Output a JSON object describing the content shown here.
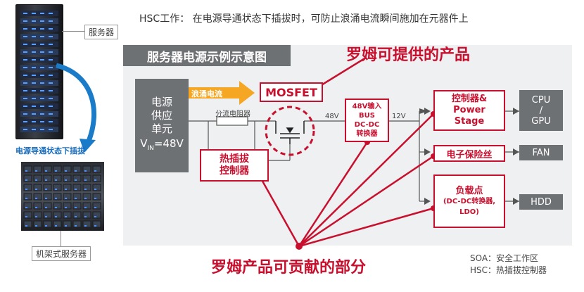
{
  "header": {
    "hsc_note": "HSC工作： 在电源导通状态下插拔时，可防止浪涌电流瞬间施加在元器件上"
  },
  "left": {
    "server_label": "服务器",
    "hotswap_caption": "电源导通状态下插拔",
    "rack_label": "机架式服务器"
  },
  "diagram": {
    "title": "服务器电源示例示意图",
    "rohm_products": "罗姆可提供的产品",
    "power_supply": [
      "电源",
      "供应",
      "单元"
    ],
    "vin_prefix": "V",
    "vin_sub": "IN",
    "vin_suffix": "=48V",
    "inrush": "浪涌电流",
    "mosfet": "MOSFET",
    "shunt": "分流电阻器",
    "hotswap_ctrl": [
      "热插拔",
      "控制器"
    ],
    "v48": "48V",
    "bus_converter": [
      "48V输入",
      "BUS",
      "DC-DC",
      "转换器"
    ],
    "v12": "12V",
    "controller_stage": [
      "控制器&",
      "Power",
      "Stage"
    ],
    "efuse": "电子保险丝",
    "pol": [
      "负载点",
      "(DC-DC转换器,",
      "LDO)"
    ],
    "cpu_gpu": [
      "CPU",
      "/",
      "GPU"
    ],
    "fan": "FAN",
    "hdd": "HDD",
    "contrib": "罗姆产品可贡献的部分"
  },
  "legend": {
    "soa": "SOA：安全工作区",
    "hsc": "HSC：热插拔控制器"
  },
  "colors": {
    "accent_red": "#c8102e",
    "panel_bg": "#eef0f1",
    "gray_box": "#6e7174",
    "arrow_orange": "#f5a623",
    "blue_arrow": "#1a7bc8"
  }
}
